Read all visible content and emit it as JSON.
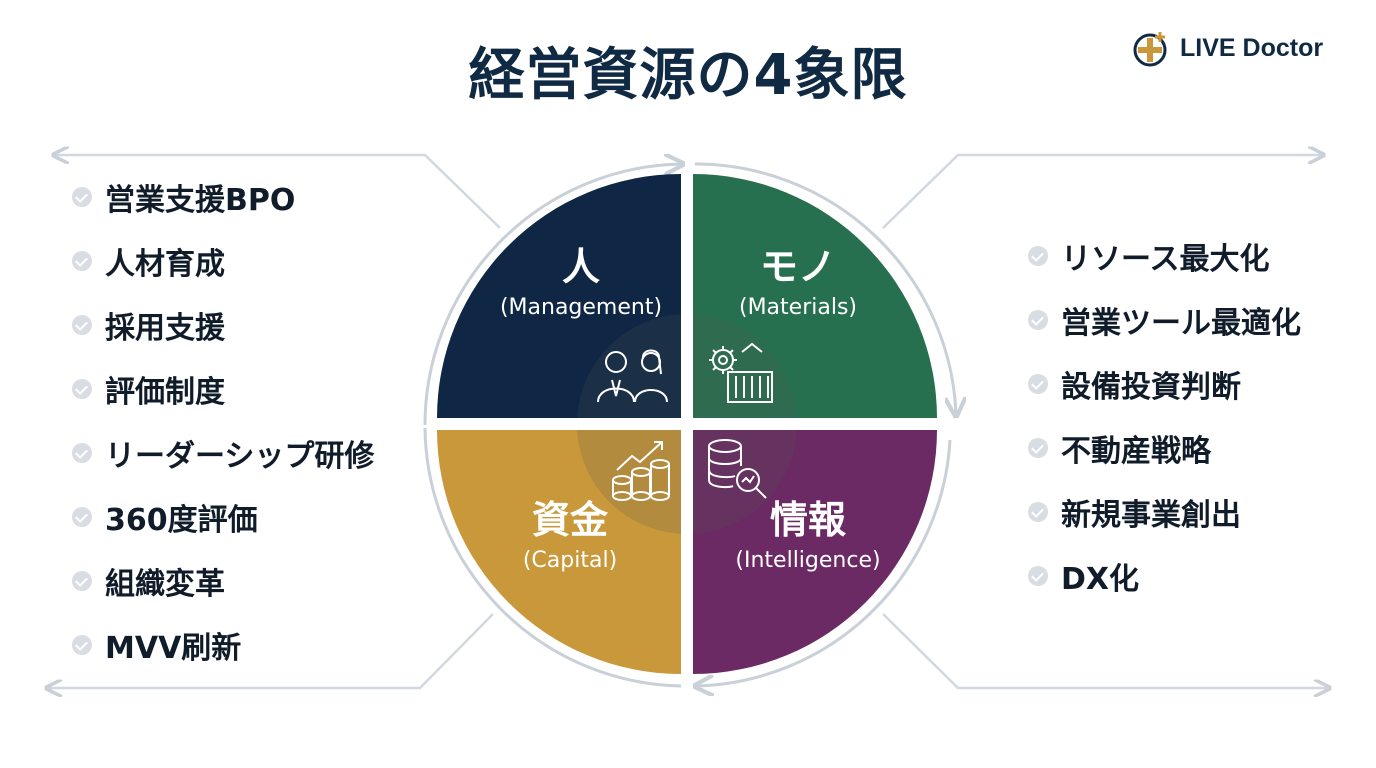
{
  "title": "経営資源の4象限",
  "logo": {
    "text": "LIVE Doctor"
  },
  "quadrants": {
    "people": {
      "label": "人",
      "sub": "(Management)",
      "color": "#0f2744"
    },
    "materials": {
      "label": "モノ",
      "sub": "(Materials)",
      "color": "#27704f"
    },
    "capital": {
      "label": "資金",
      "sub": "(Capital)",
      "color": "#c8983a"
    },
    "intelligence": {
      "label": "情報",
      "sub": "(Intelligence)",
      "color": "#6b2a63"
    }
  },
  "left_list": [
    "営業支援BPO",
    "人材育成",
    "採用支援",
    "評価制度",
    "リーダーシップ研修",
    "360度評価",
    "組織変革",
    "MVV刷新"
  ],
  "right_list": [
    "リソース最大化",
    "営業ツール最適化",
    "設備投資判断",
    "不動産戦略",
    "新規事業創出",
    "DX化"
  ]
}
